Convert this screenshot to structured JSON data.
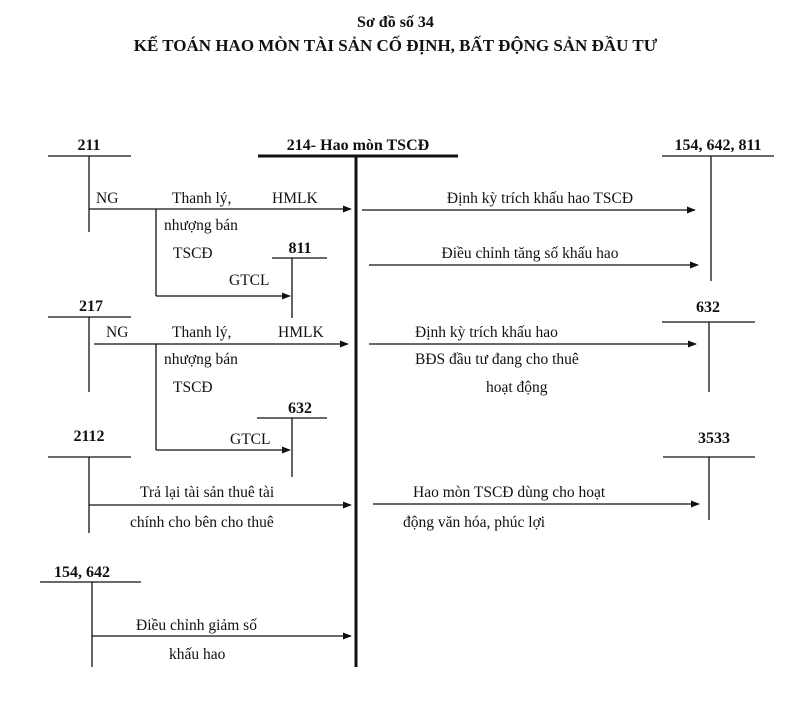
{
  "title": {
    "line1": "Sơ đồ số 34",
    "line2": "KẾ TOÁN HAO MÒN TÀI SẢN CỐ ĐỊNH, BẤT ĐỘNG SẢN ĐẦU TƯ"
  },
  "accounts": {
    "a211": "211",
    "a214": "214- Hao mòn TSCĐ",
    "a154_642_811": "154, 642, 811",
    "a811": "811",
    "a217": "217",
    "a632_right": "632",
    "a632_mid": "632",
    "a2112": "2112",
    "a3533": "3533",
    "a154_642": "154, 642"
  },
  "labels": {
    "ng1": "NG",
    "tl1_l1": "Thanh lý,",
    "tl1_l2": "nhượng bán",
    "tl1_l3": "TSCĐ",
    "hmlk1": "HMLK",
    "gtcl1": "GTCL",
    "ng2": "NG",
    "tl2_l1": "Thanh lý,",
    "tl2_l2": "nhượng bán",
    "tl2_l3": "TSCĐ",
    "hmlk2": "HMLK",
    "gtcl2": "GTCL",
    "tra_l1": "Trả lại tài sản thuê tài",
    "tra_l2": "chính cho bên cho thuê",
    "dcg_l1": "Điều chỉnh giảm số",
    "dcg_l2": "khấu hao",
    "r1": "Định kỳ trích khấu hao TSCĐ",
    "r2": "Điều chỉnh tăng số khấu hao",
    "r3_l1": "Định kỳ trích khấu hao",
    "r3_l2": "BĐS đầu tư đang cho thuê",
    "r3_l3": "hoạt động",
    "r4_l1": "Hao mòn TSCĐ dùng cho hoạt",
    "r4_l2": "động văn hóa, phúc lợi"
  }
}
